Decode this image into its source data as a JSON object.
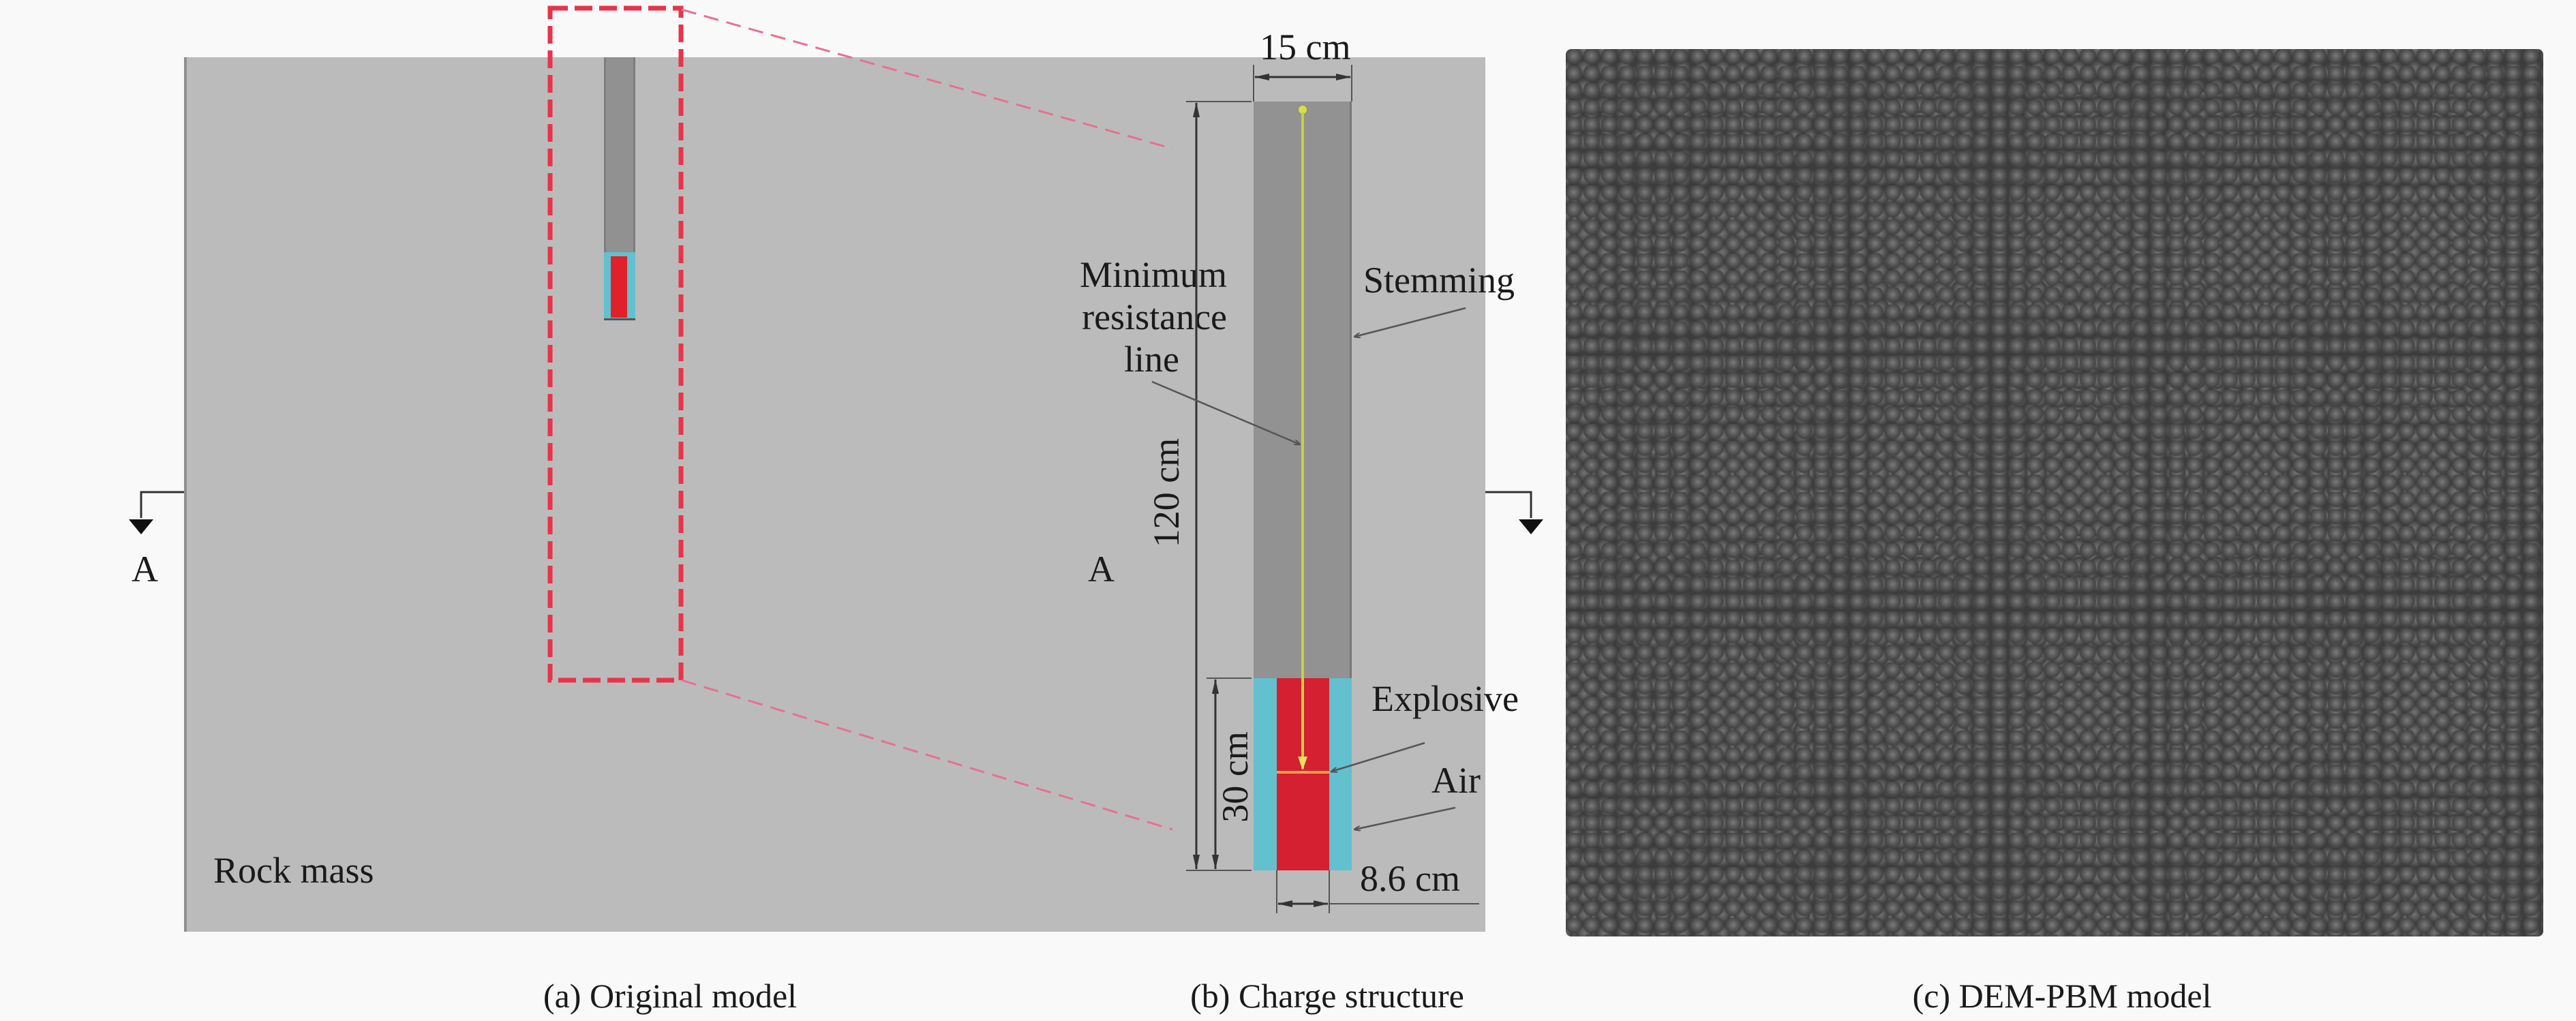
{
  "panel_a": {
    "rock_label": "Rock mass",
    "section_left": "A",
    "section_right": "A",
    "caption": "(a) Original model"
  },
  "panel_b": {
    "width_label": "15 cm",
    "height_label": "120 cm",
    "charge_length_label": "30 cm",
    "charge_width_label": "8.6 cm",
    "stemming_label": "Stemming",
    "min_resistance_label": [
      "Minimum",
      "resistance",
      "line"
    ],
    "explosive_label": "Explosive",
    "air_label": "Air",
    "caption": "(b) Charge structure"
  },
  "panel_c": {
    "caption": "(c) DEM-PBM model"
  },
  "colors": {
    "rock": "#bbbbbb",
    "stemming": "#919191",
    "explosive": "#d42030",
    "air": "#62c0cf",
    "highlight": "#e8344a",
    "resistance_line": "#c8d040"
  }
}
